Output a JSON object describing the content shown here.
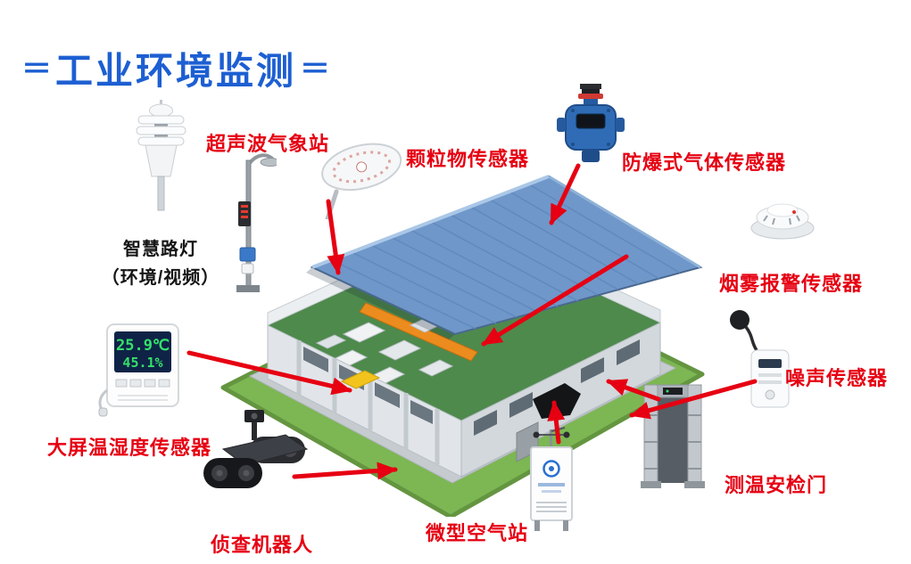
{
  "title": {
    "decoration": "＝",
    "text": "工业环境监测"
  },
  "labels": {
    "weather_station": "超声波气象站",
    "particulate": "颗粒物传感器",
    "gas": "防爆式气体传感器",
    "lamp_line1": "智慧路灯",
    "lamp_line2": "（环境/视频）",
    "smoke": "烟雾报警传感器",
    "noise": "噪声传感器",
    "temp_humidity": "大屏温湿度传感器",
    "robot": "侦查机器人",
    "air_station": "微型空气站",
    "security_gate": "测温安检门"
  },
  "temp_display": {
    "temperature": "25.9℃",
    "humidity": "45.1%"
  },
  "colors": {
    "label_red": "#e60012",
    "title_blue": "#1d5fd2",
    "roof_blue": "#6f97c9",
    "grass_green": "#7cb753"
  }
}
